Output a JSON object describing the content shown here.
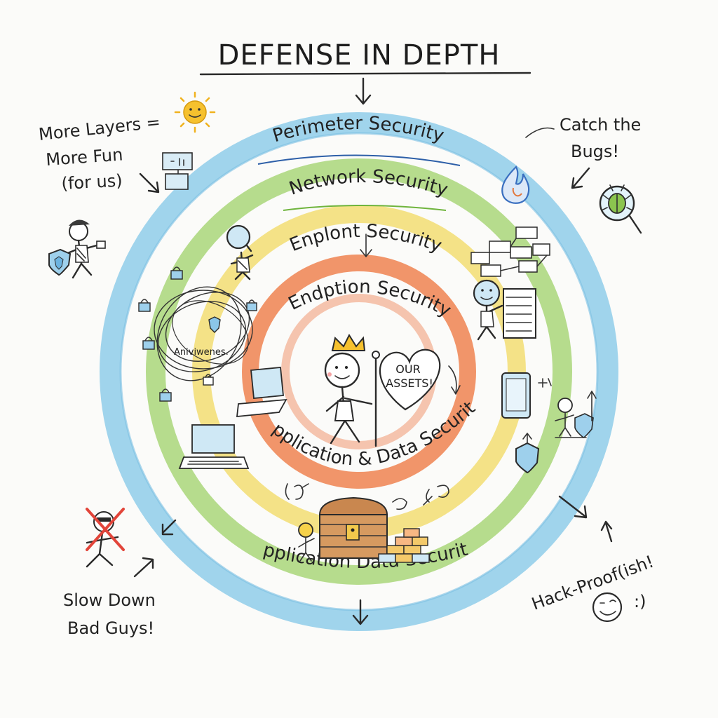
{
  "title": "DEFENSE IN DEPTH",
  "layers": {
    "perimeter": "Perimeter Security",
    "network": "Network Security",
    "endpoint": "Enplont Security",
    "endption": "Endption Security",
    "application": "Application & Data Security",
    "data": "Application Data Security"
  },
  "center": {
    "assets_line1": "OUR",
    "assets_line2": "ASSETS!"
  },
  "notes": {
    "more_layers_1": "More Layers =",
    "more_layers_2": "More Fun",
    "more_layers_3": "(for us)",
    "catch_1": "Catch the",
    "catch_2": "Bugs!",
    "slow_1": "Slow Down",
    "slow_2": "Bad Guys!",
    "hack_proof": "Hack-Proof(ish!",
    "smiley_text": ":)",
    "web_label": "Aniviwenes."
  },
  "colors": {
    "perimeter": "#8fcdea",
    "network": "#a9d67a",
    "endpoint": "#f2dc6a",
    "application": "#f0895a",
    "core": "#f4b79b",
    "sun": "#f6c12e"
  }
}
